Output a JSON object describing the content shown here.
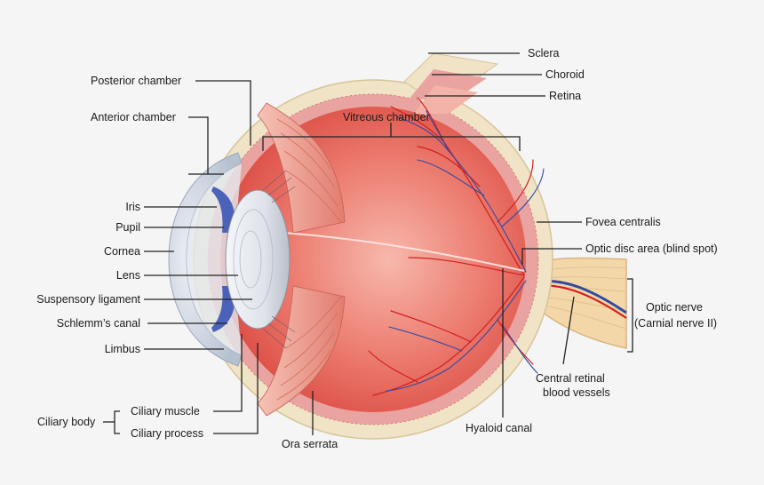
{
  "diagram": {
    "labels": {
      "sclera": "Sclera",
      "choroid": "Choroid",
      "retina": "Retina",
      "posterior_chamber": "Posterior chamber",
      "anterior_chamber": "Anterior chamber",
      "vitreous_chamber": "Vitreous chamber",
      "iris": "Iris",
      "pupil": "Pupil",
      "cornea": "Cornea",
      "lens": "Lens",
      "suspensory_ligament": "Suspensory ligament",
      "schlemms_canal": "Schlemm’s canal",
      "limbus": "Limbus",
      "ciliary_body": "Ciliary body",
      "ciliary_muscle": "Ciliary muscle",
      "ciliary_process": "Ciliary process",
      "ora_serrata": "Ora serrata",
      "hyaloid_canal": "Hyaloid canal",
      "fovea_centralis": "Fovea centralis",
      "optic_disc_area": "Optic disc area (blind spot)",
      "optic_nerve_line1": "Optic nerve",
      "optic_nerve_line2": "(Carnial nerve II)",
      "central_retinal_line1": "Central retinal",
      "central_retinal_line2": "blood vessels"
    },
    "colors": {
      "background": "#f5f5f5",
      "sclera": "#f0e3c6",
      "choroid": "#e9a3a0",
      "vitreous": "#e8625a",
      "vitreous_light": "#f4b3a9",
      "artery": "#d11f1f",
      "vein": "#2f4aa3",
      "cornea": "#cfd8e3",
      "iris": "#4a63b8",
      "lens": "#e6e9ee",
      "nerve": "#f3d7a8"
    }
  }
}
